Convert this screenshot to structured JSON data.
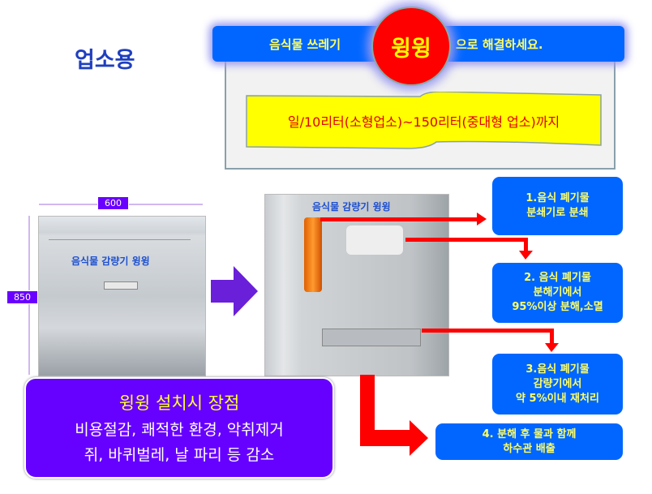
{
  "title": "업소용",
  "banner": {
    "left": "음식물 쓰레기",
    "brand": "윙윙",
    "right": "으로 해결하세요."
  },
  "capacity": "일/10리터(소형업소)~150리터(중대형 업소)까지",
  "photo_left": {
    "label": "음식물 감량기 윙윙",
    "width_dim": "600",
    "height_dim": "850"
  },
  "photo_right": {
    "label": "음식물 감량기 윙윙"
  },
  "steps": [
    {
      "lines": [
        "1.음식 폐기물",
        "분쇄기로 분쇄"
      ]
    },
    {
      "lines": [
        "2. 음식 폐기물",
        "분해기에서",
        "95%이상 분해,소멸"
      ]
    },
    {
      "lines": [
        "3.음식 폐기물",
        "감량기에서",
        "약 5%이내 재처리"
      ]
    },
    {
      "lines": [
        "4. 분해 후 물과 함께",
        "하수관 배출"
      ]
    }
  ],
  "advantages": {
    "title": "윙윙 설치시 장점",
    "lines": [
      "비용절감, 쾌적한 환경, 악취제거",
      "쥐, 바퀴벌레, 날 파리 등 감소"
    ]
  }
}
